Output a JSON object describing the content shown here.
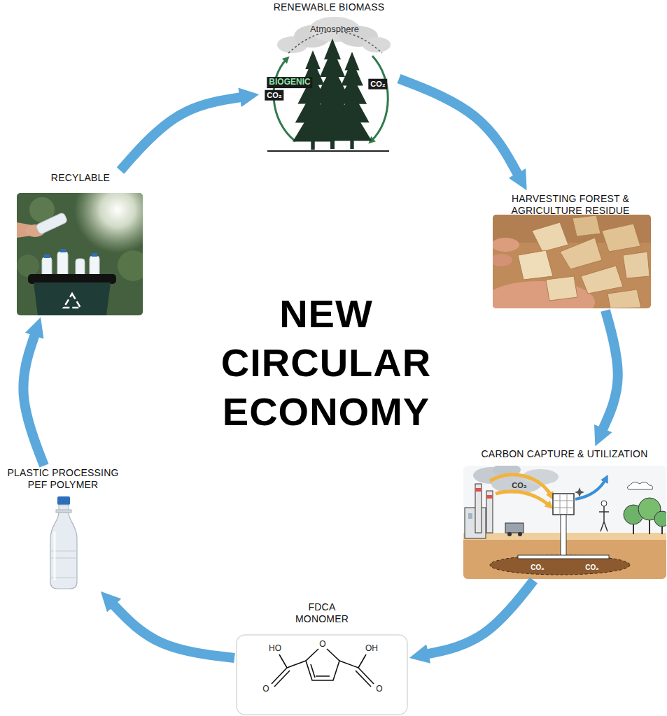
{
  "diagram": {
    "title": "NEW CIRCULAR ECONOMY",
    "nodes": [
      {
        "text": [
          "RENEWABLE BIOMASS"
        ]
      },
      {
        "text": [
          "HARVESTING FOREST & AGRICULTURE RESIDUE"
        ]
      },
      {
        "text": [
          "CARBON CAPTURE & UTILIZATION"
        ]
      },
      {
        "text": [
          "FDCA MONOMER"
        ]
      },
      {
        "text": [
          "PLASTIC PROCESSING PEF POLYMER"
        ]
      },
      {
        "text": [
          "RECYLABLE"
        ]
      }
    ],
    "edges": [
      {
        "from": 0,
        "to": 1,
        "arrow": "to"
      },
      {
        "from": 1,
        "to": 2,
        "arrow": "to"
      },
      {
        "from": 2,
        "to": 3,
        "arrow": "to"
      },
      {
        "from": 3,
        "to": 4,
        "arrow": "to"
      },
      {
        "from": 4,
        "to": 5,
        "arrow": "to"
      },
      {
        "from": 5,
        "to": 0,
        "arrow": "to"
      }
    ],
    "labels": [
      "Atmosphere",
      "BIOGENIC",
      "CO₂",
      "CO₂",
      "CO₂",
      "CO₂",
      "CO₂",
      "HO",
      "O",
      "OH",
      "O",
      "O"
    ]
  }
}
